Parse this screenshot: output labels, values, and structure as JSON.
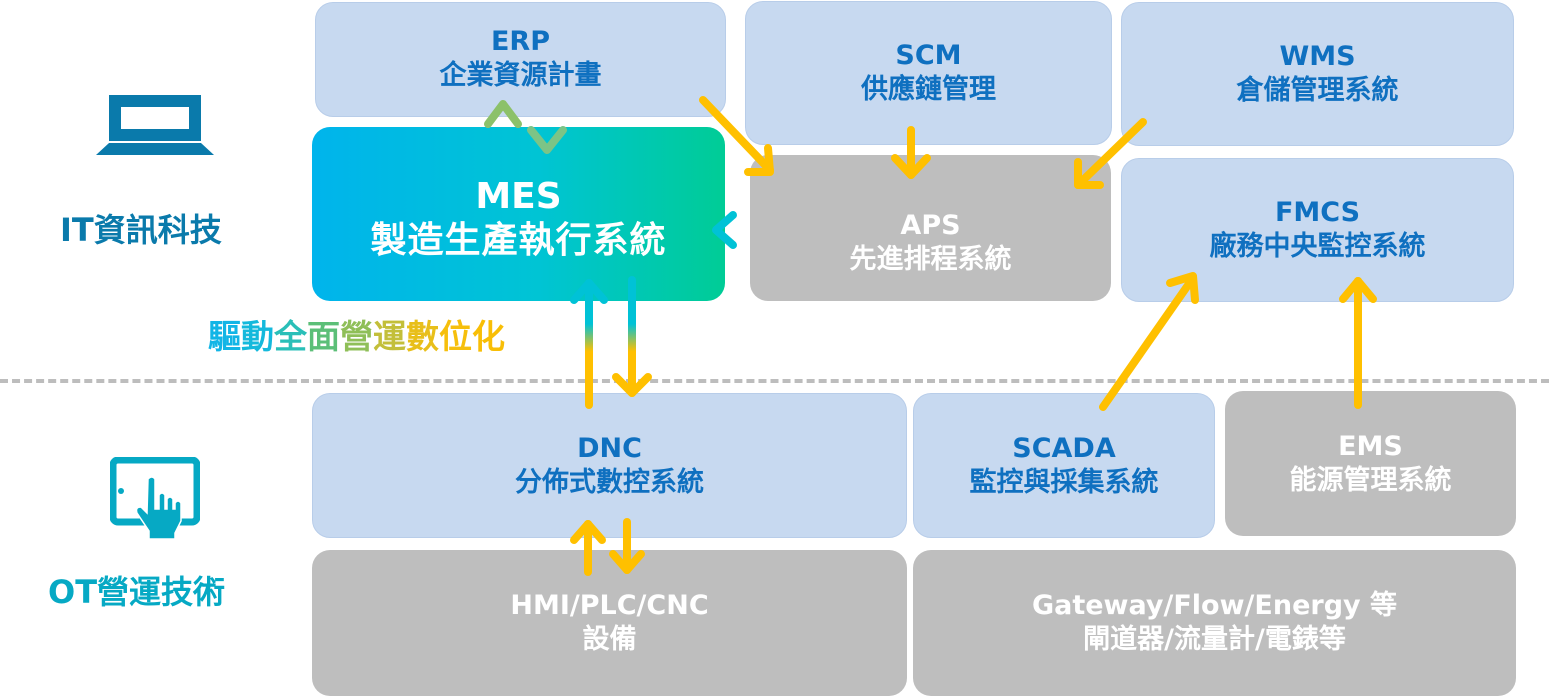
{
  "sections": {
    "it": {
      "label": "IT資訊科技",
      "icon": "laptop-icon",
      "color": "#0a7aab"
    },
    "ot": {
      "label": "OT營運技術",
      "icon": "tablet-touch-icon",
      "color": "#06a9c4"
    }
  },
  "slogan": {
    "chars": [
      "驅",
      "動",
      "全",
      "面",
      "營",
      "運",
      "數",
      "位",
      "化"
    ],
    "colors": [
      "#12b5e6",
      "#14b9dc",
      "#2abfb8",
      "#5cbf78",
      "#8fbf58",
      "#c3bf3a",
      "#e8bf1a",
      "#f6bf0c",
      "#f8be06"
    ]
  },
  "colors": {
    "box_blue": "#c7d9f0",
    "box_gray": "#bebebe",
    "text_blue": "#0f70c0",
    "arrow_yellow": "#ffc000",
    "arrow_teal": "#00c2d6",
    "mes_gradient": [
      "#00b4ec",
      "#00cc96"
    ]
  },
  "systems": {
    "erp": {
      "code": "ERP",
      "name": "企業資源計畫"
    },
    "scm": {
      "code": "SCM",
      "name": "供應鏈管理"
    },
    "wms": {
      "code": "WMS",
      "name": "倉儲管理系統"
    },
    "mes": {
      "code": "MES",
      "name": "製造生產執行系統"
    },
    "aps": {
      "code": "APS",
      "name": "先進排程系統"
    },
    "fmcs": {
      "code": "FMCS",
      "name": "廠務中央監控系統"
    },
    "dnc": {
      "code": "DNC",
      "name": "分佈式數控系統"
    },
    "scada": {
      "code": "SCADA",
      "name": "監控與採集系統"
    },
    "ems": {
      "code": "EMS",
      "name": "能源管理系統"
    },
    "hmi": {
      "code": "HMI/PLC/CNC",
      "name": "設備"
    },
    "gateway": {
      "code": "Gateway/Flow/Energy 等",
      "name": "閘道器/流量計/電錶等"
    }
  },
  "connections": [
    {
      "from": "mes",
      "to": "erp",
      "style": "teal-to-yellow"
    },
    {
      "from": "erp",
      "to": "mes",
      "style": "yellow-to-teal"
    },
    {
      "from": "erp",
      "to": "aps",
      "style": "yellow"
    },
    {
      "from": "scm",
      "to": "aps",
      "style": "yellow"
    },
    {
      "from": "wms",
      "to": "aps",
      "style": "yellow"
    },
    {
      "from": "aps",
      "to": "mes",
      "style": "yellow-to-teal"
    },
    {
      "from": "dnc",
      "to": "mes",
      "style": "yellow-to-teal"
    },
    {
      "from": "mes",
      "to": "dnc",
      "style": "teal-to-yellow"
    },
    {
      "from": "hmi",
      "to": "dnc",
      "style": "yellow"
    },
    {
      "from": "dnc",
      "to": "hmi",
      "style": "yellow"
    },
    {
      "from": "scada",
      "to": "fmcs",
      "style": "yellow"
    },
    {
      "from": "ems",
      "to": "fmcs",
      "style": "yellow"
    }
  ]
}
